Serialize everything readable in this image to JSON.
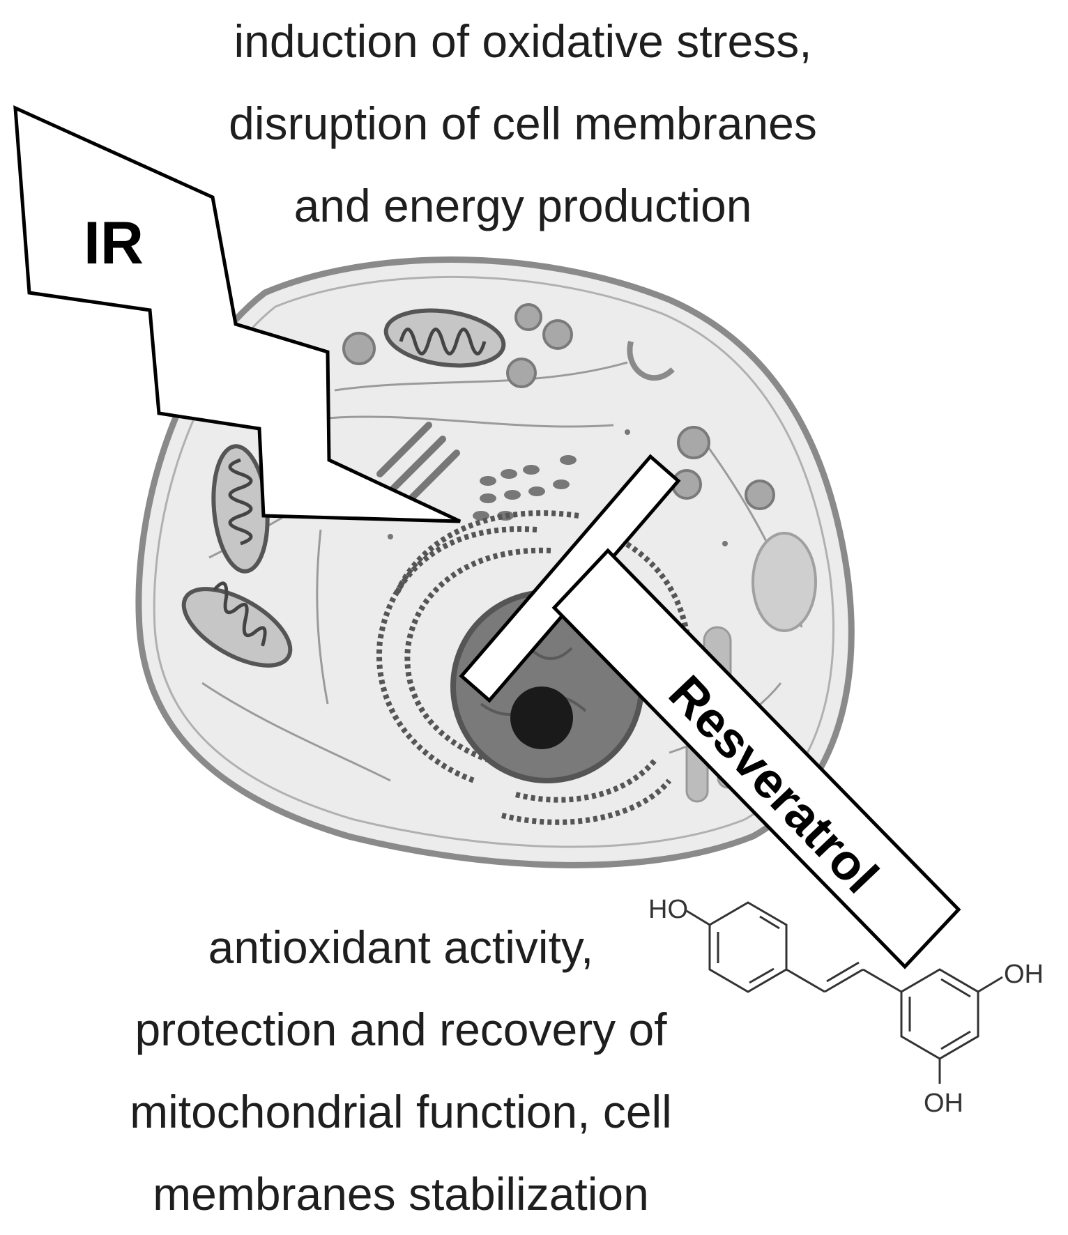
{
  "top_caption": {
    "lines": [
      "induction of oxidative stress,",
      "disruption of cell membranes",
      "and energy production"
    ]
  },
  "bottom_caption": {
    "lines": [
      "antioxidant activity,",
      "protection and recovery of",
      "mitochondrial function, cell",
      "membranes stabilization"
    ]
  },
  "ir_label": "IR",
  "inhibitor_label": "Resveratrol",
  "molecule": {
    "labels": {
      "ho": "HO",
      "oh_right": "OH",
      "oh_bottom": "OH"
    }
  },
  "colors": {
    "text": "#1e1e1e",
    "outline": "#000000",
    "cell_fill": "#ececec",
    "cell_stroke": "#8a8a8a",
    "nucleus": "#7a7a7a",
    "nucleolus": "#1a1a1a"
  }
}
